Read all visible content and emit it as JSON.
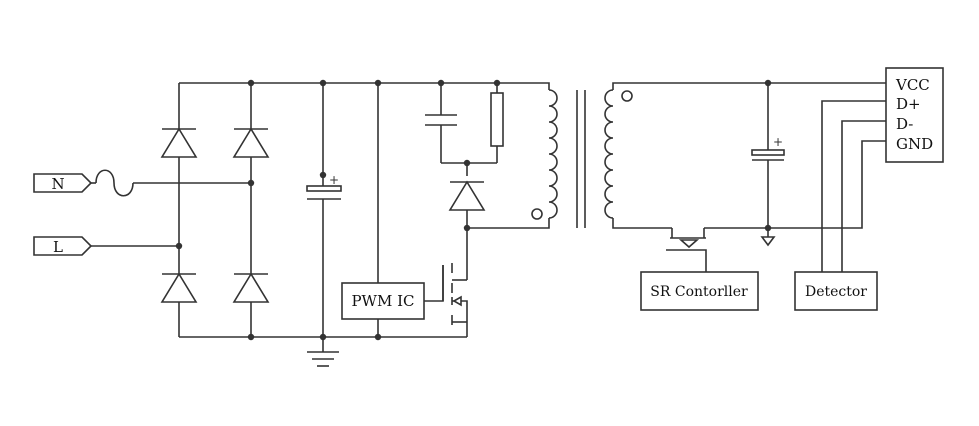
{
  "labels": {
    "neutral_input": "N",
    "line_input": "L",
    "pwm_ic": "PWM IC",
    "sr_controller": "SR Contorller",
    "detector": "Detector",
    "usb_vcc": "VCC",
    "usb_dplus": "D+",
    "usb_dminus": "D-",
    "usb_gnd": "GND",
    "polarity_mark": "+"
  },
  "colors": {
    "wire": "#333333",
    "background": "#ffffff"
  }
}
